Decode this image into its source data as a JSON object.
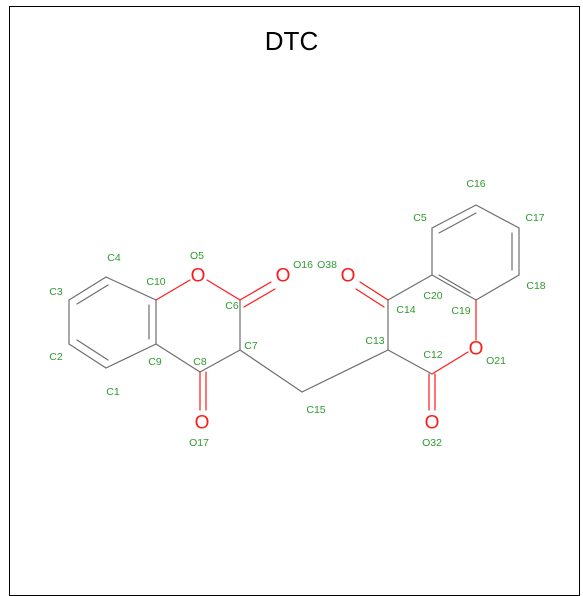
{
  "title": "DTC",
  "atom_symbols": {
    "oxygen": "O"
  },
  "atom_labels": {
    "C1": "C1",
    "C2": "C2",
    "C3": "C3",
    "C4": "C4",
    "O5": "O5",
    "C6": "C6",
    "C7": "C7",
    "C8": "C8",
    "C9": "C9",
    "C10": "C10",
    "C12": "C12",
    "C13": "C13",
    "C14": "C14",
    "C15": "C15",
    "C16": "C16",
    "C17": "C17",
    "C18": "C18",
    "C19": "C19",
    "C20": "C20",
    "C5b": "C5",
    "O16": "O16",
    "O17": "O17",
    "O21": "O21",
    "O32": "O32",
    "O38": "O38"
  },
  "colors": {
    "bond": "#6e6e6e",
    "oxygen": "#ff1a1a",
    "label": "#2e9a2e"
  }
}
